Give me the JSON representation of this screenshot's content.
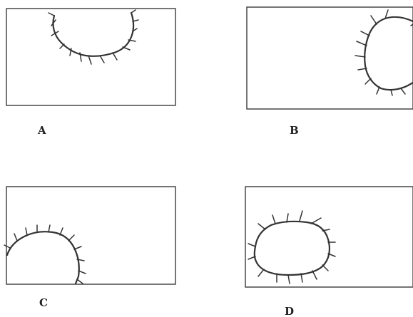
{
  "panels": [
    {
      "id": "A",
      "label": "A"
    },
    {
      "id": "B",
      "label": "B"
    },
    {
      "id": "C",
      "label": "C"
    },
    {
      "id": "D",
      "label": "D"
    }
  ],
  "colors": {
    "line": "#333333",
    "background": "#ffffff"
  }
}
